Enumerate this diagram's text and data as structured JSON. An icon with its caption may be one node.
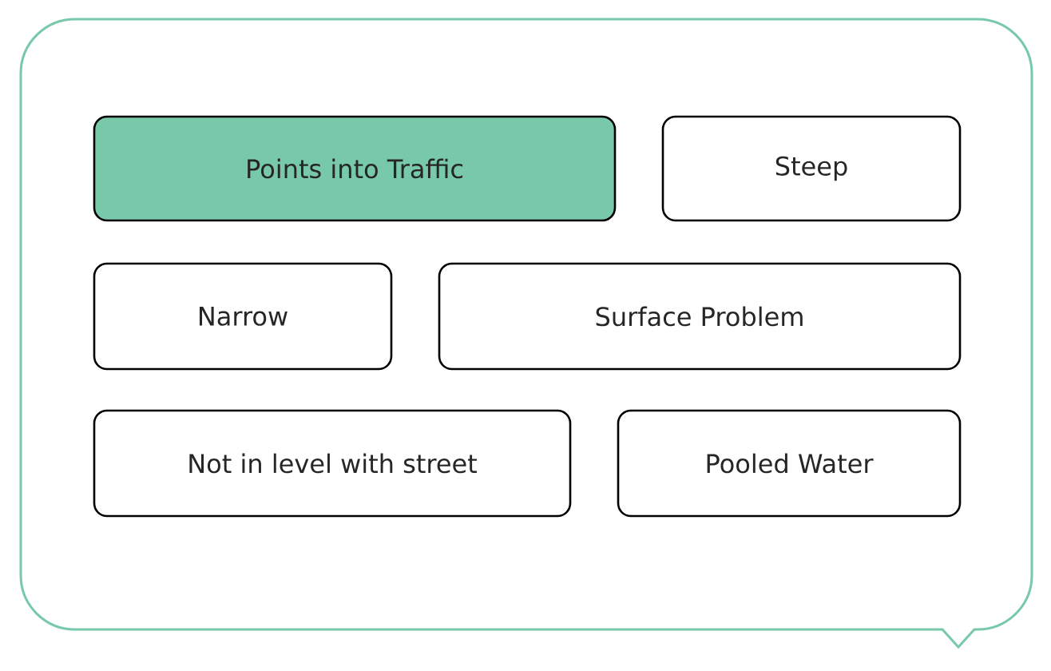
{
  "diagram": {
    "nodes": [
      {
        "text": [
          "Points into Traffic"
        ]
      },
      {
        "text": [
          "Steep"
        ]
      },
      {
        "text": [
          "Narrow"
        ]
      },
      {
        "text": [
          "Surface Problem"
        ]
      },
      {
        "text": [
          "Not in level with street"
        ]
      },
      {
        "text": [
          "Pooled Water"
        ]
      }
    ]
  }
}
